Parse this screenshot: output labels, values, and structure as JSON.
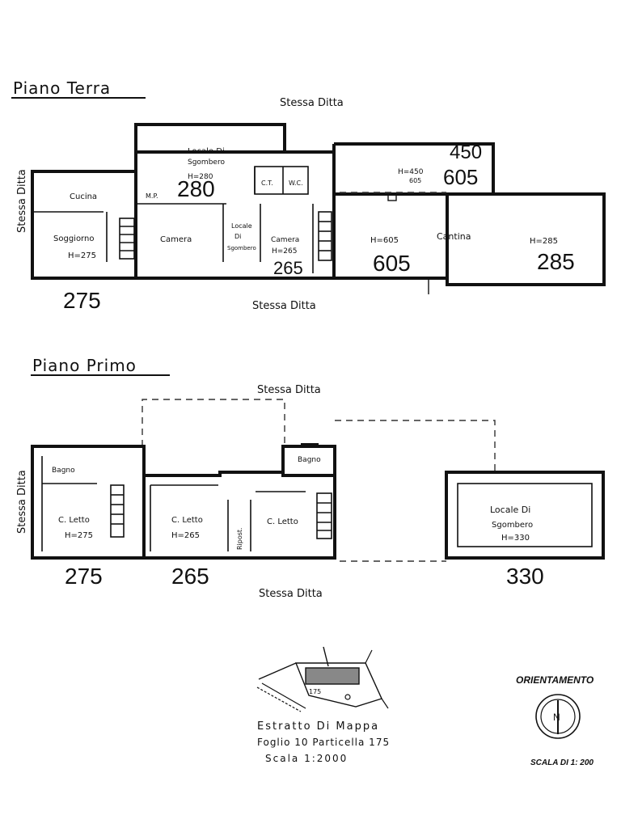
{
  "ground_floor": {
    "title": "Piano Terra",
    "neighbor_top": "Stessa Ditta",
    "neighbor_left": "Stessa Ditta",
    "neighbor_bottom": "Stessa Ditta",
    "rooms": {
      "cucina": "Cucina",
      "soggiorno": "Soggiorno",
      "soggiorno_h": "H=275",
      "locale_sgombero": "Locale Di",
      "locale_sgombero_2": "Sgombero",
      "locale_sgombero_h": "H=280",
      "ct": "C.T.",
      "wc": "W.C.",
      "mp": "M.P.",
      "camera1": "Camera",
      "locale_small": "Locale",
      "locale_small_2": "Di",
      "locale_small_3": "Sgombero",
      "camera2": "Camera",
      "camera2_h": "H=265",
      "upper_h": "H=450",
      "upper_h2": "605",
      "cantina_left_h": "H=605",
      "cantina": "Cantina",
      "cantina_right_h": "H=285"
    },
    "heights": {
      "h275": "275",
      "h280": "280",
      "h265": "265",
      "h450": "450",
      "h605a": "605",
      "h605b": "605",
      "h285": "285"
    }
  },
  "first_floor": {
    "title": "Piano Primo",
    "neighbor_top": "Stessa Ditta",
    "neighbor_left": "Stessa Ditta",
    "neighbor_bottom": "Stessa Ditta",
    "rooms": {
      "bagno1": "Bagno",
      "cletto1": "C. Letto",
      "cletto1_h": "H=275",
      "cletto2": "C. Letto",
      "cletto2_h": "H=265",
      "ripost": "Ripost.",
      "bagno2": "Bagno",
      "cletto3": "C. Letto",
      "locale_sgombero": "Locale Di",
      "locale_sgombero_2": "Sgombero",
      "locale_sgombero_h": "H=330"
    },
    "heights": {
      "h275": "275",
      "h265": "265",
      "h330": "330"
    }
  },
  "map_extract": {
    "parcel_number": "175",
    "line1": "Estratto Di Mappa",
    "line2": "Foglio 10 Particella 175",
    "line3": "Scala 1:2000"
  },
  "orientation": {
    "label": "ORIENTAMENTO",
    "north": "N",
    "scale": "SCALA DI 1: 200"
  }
}
